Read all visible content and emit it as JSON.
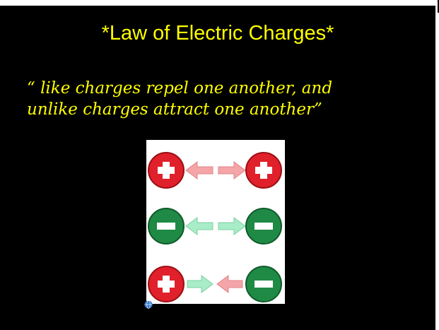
{
  "slide": {
    "title": "*Law of Electric Charges*",
    "quote_line1": "“ like charges repel one another, and",
    "quote_line2": "unlike charges attract one another”"
  },
  "colors": {
    "background": "#000000",
    "text": "#ffff00",
    "positive": "#e0202a",
    "negative": "#1f8a45",
    "repel_arrow_pos": "#f4a5a8",
    "repel_arrow_neg": "#a8ecc8",
    "attract_arrow_green": "#a8ecc8",
    "attract_arrow_red": "#f4a5a8"
  },
  "icons": [
    "plus-charge-icon",
    "minus-charge-icon",
    "arrow-left-icon",
    "arrow-right-icon",
    "globe-icon"
  ]
}
